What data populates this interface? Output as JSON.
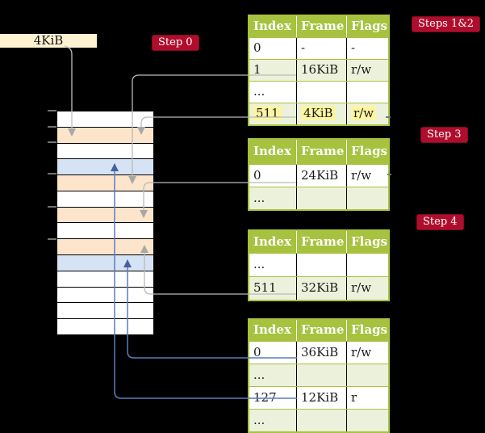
{
  "legend_box": {
    "label": "4KiB"
  },
  "badges": {
    "step0": {
      "label": "Step 0"
    },
    "steps12": {
      "label": "Steps 1&2"
    },
    "step3": {
      "label": "Step 3"
    },
    "step4": {
      "label": "Step 4"
    }
  },
  "memory_stack": {
    "rows": [
      "white",
      "peach",
      "white",
      "blue",
      "peach",
      "white",
      "peach",
      "white",
      "peach",
      "blue",
      "white",
      "white",
      "white",
      "white"
    ]
  },
  "page_tables": [
    {
      "headers": [
        "Index",
        "Frame",
        "Flags"
      ],
      "rows": [
        {
          "cells": [
            "0",
            "-",
            "-"
          ],
          "shaded": false,
          "highlighted": false
        },
        {
          "cells": [
            "1",
            "16KiB",
            "r/w"
          ],
          "shaded": true,
          "highlighted": false
        },
        {
          "cells": [
            "...",
            "",
            ""
          ],
          "shaded": false,
          "highlighted": false
        },
        {
          "cells": [
            "511",
            "4KiB",
            "r/w"
          ],
          "shaded": true,
          "highlighted": true
        }
      ]
    },
    {
      "headers": [
        "Index",
        "Frame",
        "Flags"
      ],
      "rows": [
        {
          "cells": [
            "0",
            "24KiB",
            "r/w"
          ],
          "shaded": false,
          "highlighted": false
        },
        {
          "cells": [
            "...",
            "",
            ""
          ],
          "shaded": true,
          "highlighted": false
        }
      ]
    },
    {
      "headers": [
        "Index",
        "Frame",
        "Flags"
      ],
      "rows": [
        {
          "cells": [
            "...",
            "",
            ""
          ],
          "shaded": false,
          "highlighted": false
        },
        {
          "cells": [
            "511",
            "32KiB",
            "r/w"
          ],
          "shaded": true,
          "highlighted": false
        }
      ]
    },
    {
      "headers": [
        "Index",
        "Frame",
        "Flags"
      ],
      "rows": [
        {
          "cells": [
            "0",
            "36KiB",
            "r/w"
          ],
          "shaded": false,
          "highlighted": false
        },
        {
          "cells": [
            "...",
            "",
            ""
          ],
          "shaded": true,
          "highlighted": false
        },
        {
          "cells": [
            "127",
            "12KiB",
            "r"
          ],
          "shaded": false,
          "highlighted": false
        },
        {
          "cells": [
            "...",
            "",
            ""
          ],
          "shaded": true,
          "highlighted": false
        }
      ]
    }
  ],
  "colors": {
    "badge_red": "#b00d2d",
    "table_header_green": "#a6c23f",
    "table_row_green": "#ecf1db",
    "highlight_yellow": "#fdf5a1",
    "box_cream": "#fdf2d1",
    "mem_white": "#ffffff",
    "mem_peach": "#fce5cb",
    "mem_blue": "#d6e3f5",
    "line_gray": "#b9b9b9",
    "line_blue": "#5c7cbe"
  }
}
